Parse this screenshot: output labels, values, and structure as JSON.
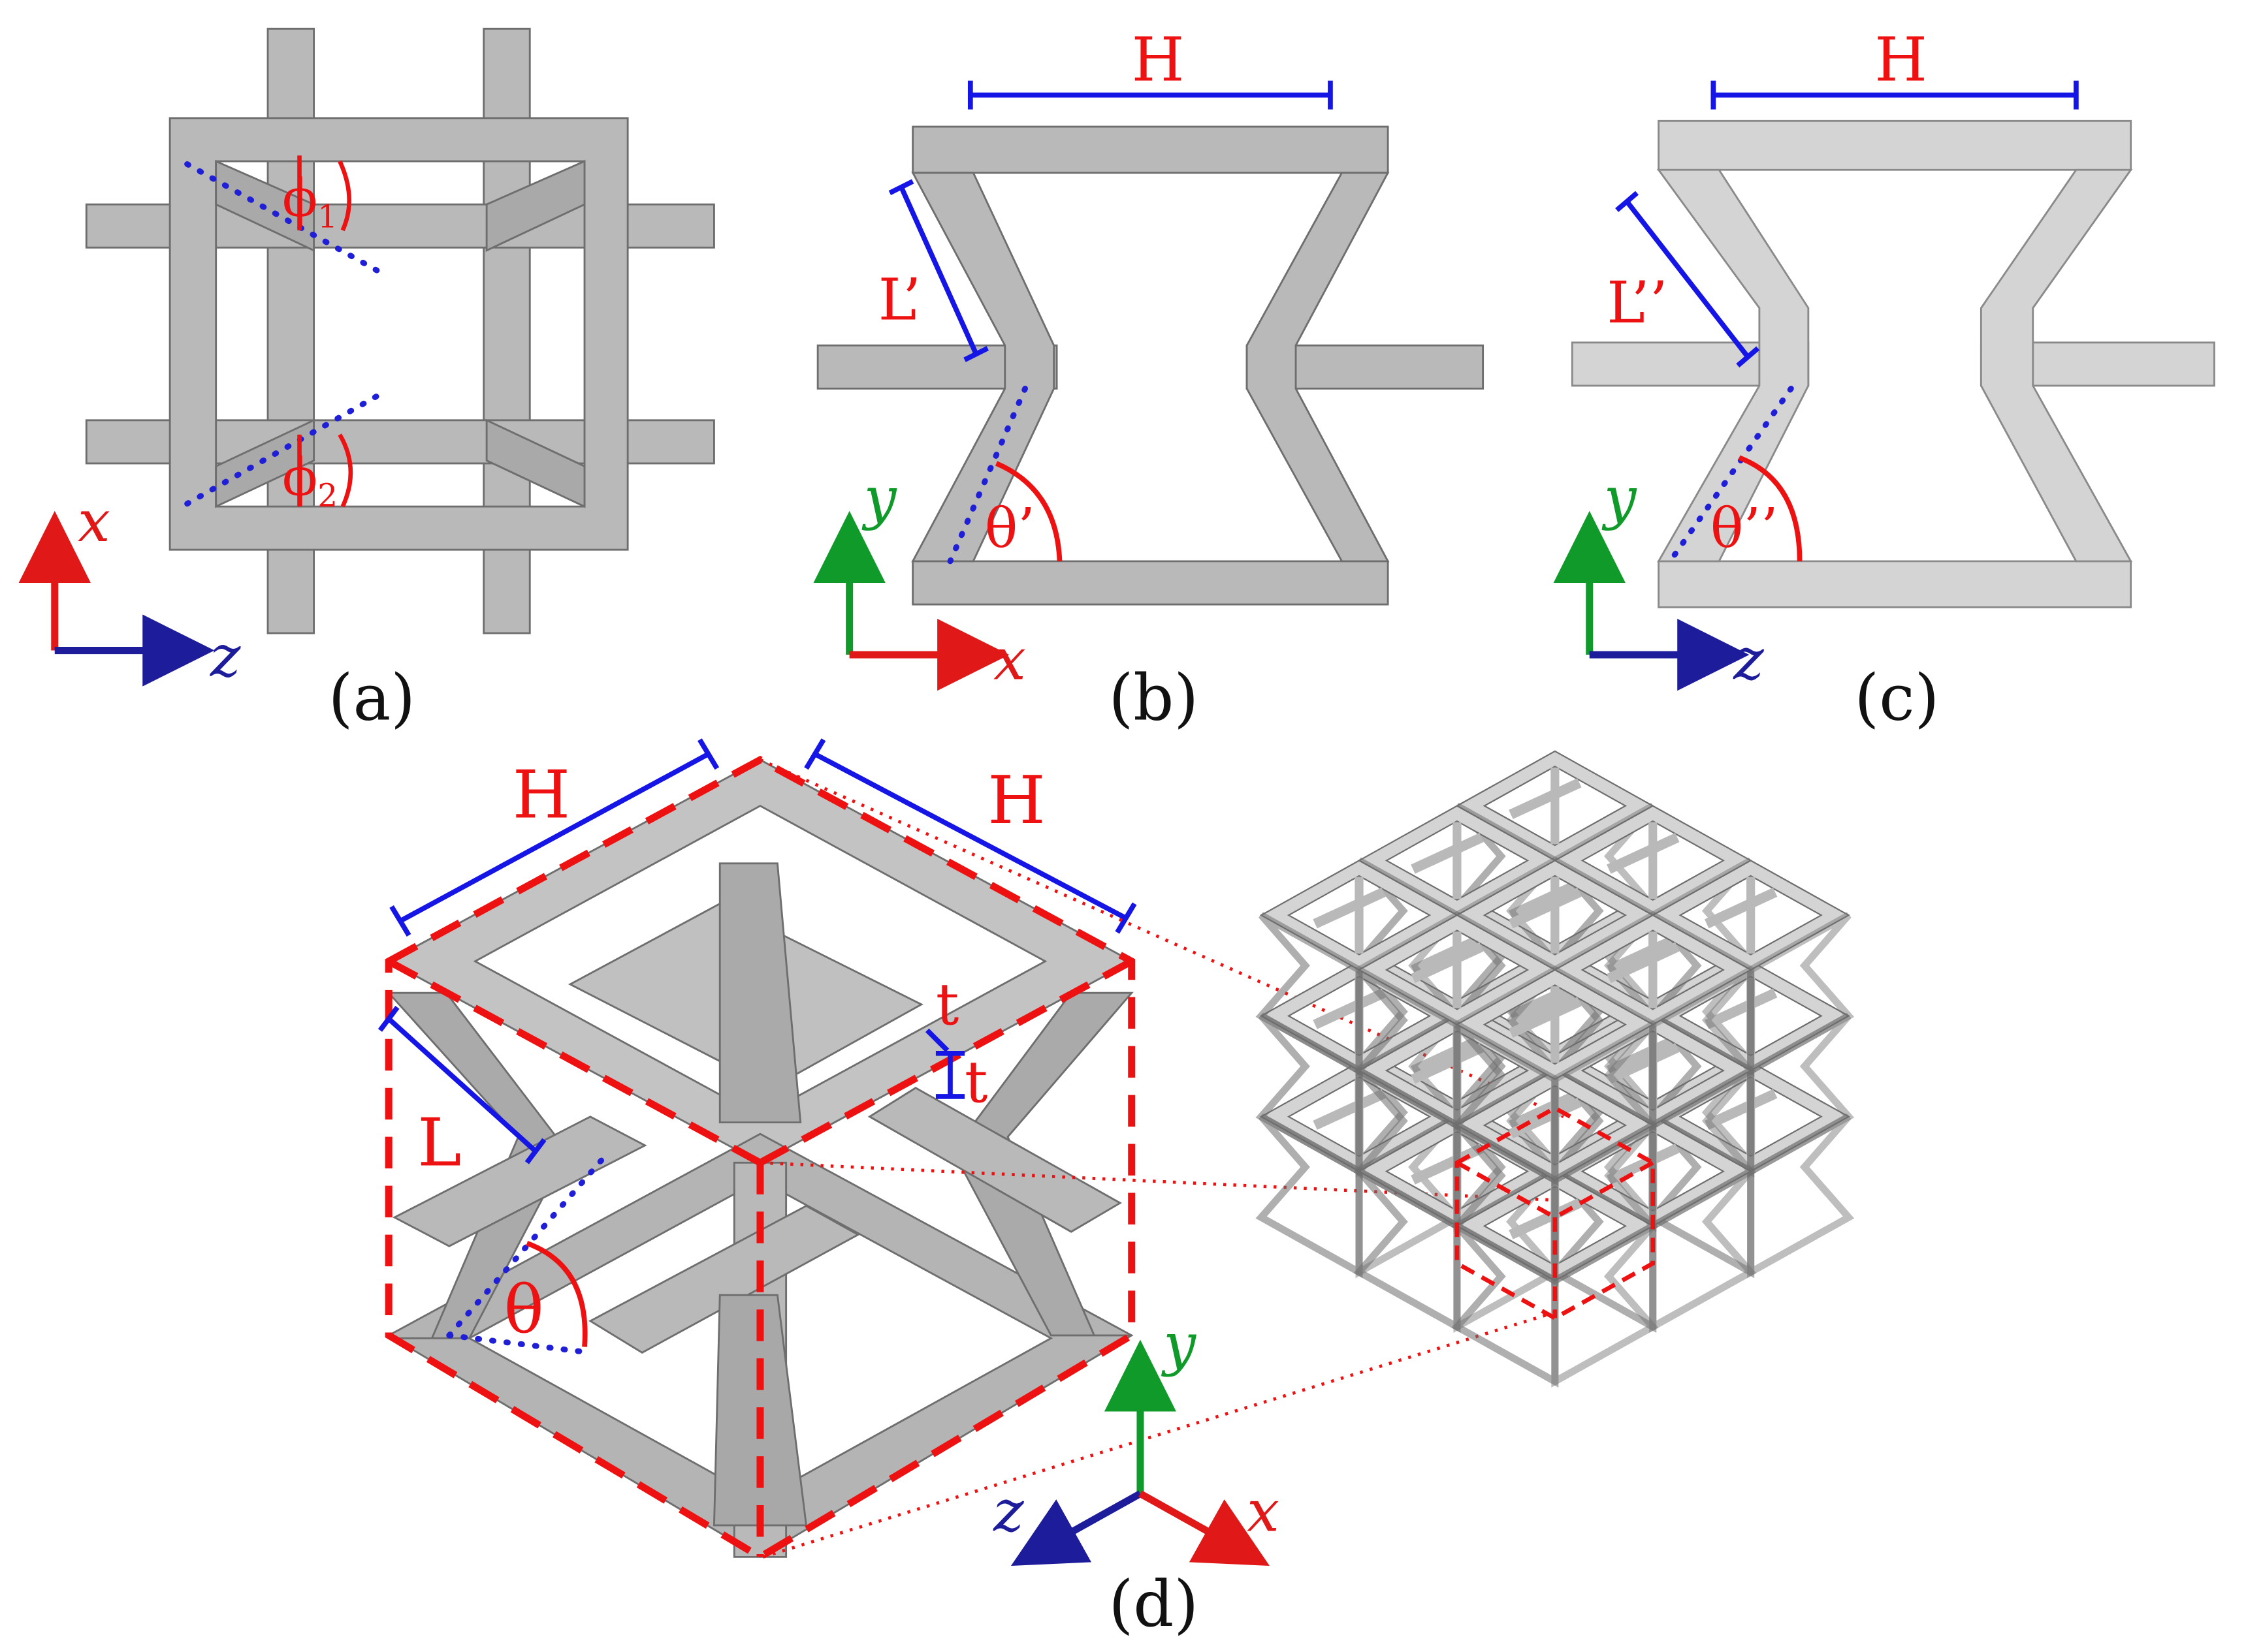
{
  "colors": {
    "strut_fill": "#b9b9b9",
    "strut_light": "#d4d4d4",
    "strut_edge": "#6e6e6e",
    "dimension_blue": "#1515e6",
    "annotation_red": "#ee1111",
    "dotted_blue": "#1f1fd8",
    "axis_red": "#e01818",
    "axis_green": "#109a2a",
    "axis_blue": "#1d1d9c",
    "caption_black": "#111111"
  },
  "panels": {
    "a": {
      "caption": "(a)",
      "angle1": "ϕ",
      "angle1_sub": "1",
      "angle2": "ϕ",
      "angle2_sub": "2",
      "axis_up": "x",
      "axis_right": "z"
    },
    "b": {
      "caption": "(b)",
      "width_label": "H",
      "length_label": "L’",
      "angle_label": "θ’",
      "axis_up": "y",
      "axis_right": "x"
    },
    "c": {
      "caption": "(c)",
      "width_label": "H",
      "length_label": "L’’",
      "angle_label": "θ’’",
      "axis_up": "y",
      "axis_right": "z"
    },
    "d": {
      "caption": "(d)",
      "width_label_left": "H",
      "width_label_right": "H",
      "length_label": "L",
      "thickness_label_1": "t",
      "thickness_label_2": "t",
      "angle_label": "θ",
      "axis_up": "y",
      "axis_left": "z",
      "axis_right": "x",
      "lattice_cells": "3 × 3 × 3"
    }
  }
}
